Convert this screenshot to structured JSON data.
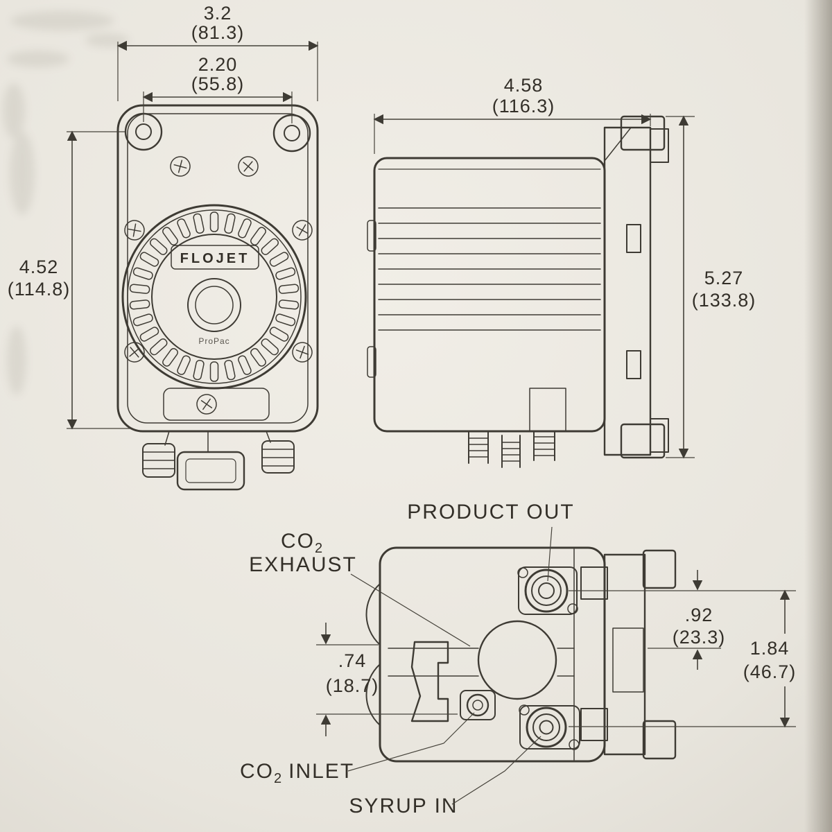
{
  "drawing": {
    "brand_label": "FLOJET",
    "face_note": "ProPac",
    "front_view": {
      "dim_overall_width": {
        "in": "3.2",
        "mm": "(81.3)"
      },
      "dim_hole_spacing": {
        "in": "2.20",
        "mm": "(55.8)"
      },
      "dim_height": {
        "in": "4.52",
        "mm": "(114.8)"
      }
    },
    "side_view": {
      "dim_depth": {
        "in": "4.58",
        "mm": "(116.3)"
      },
      "dim_height": {
        "in": "5.27",
        "mm": "(133.8)"
      }
    },
    "bottom_view": {
      "port_labels": {
        "product_out": "PRODUCT OUT",
        "co2_exhaust": {
          "prefix": "CO",
          "sub": "2",
          "word": "EXHAUST"
        },
        "co2_inlet": {
          "prefix": "CO",
          "sub": "2",
          "word": "INLET"
        },
        "syrup_in": "SYRUP IN"
      },
      "dim_product_out_offset": {
        "in": ".92",
        "mm": "(23.3)"
      },
      "dim_port_spacing": {
        "in": "1.84",
        "mm": "(46.7)"
      },
      "dim_inlet_offset": {
        "in": ".74",
        "mm": "(18.7)"
      }
    }
  }
}
